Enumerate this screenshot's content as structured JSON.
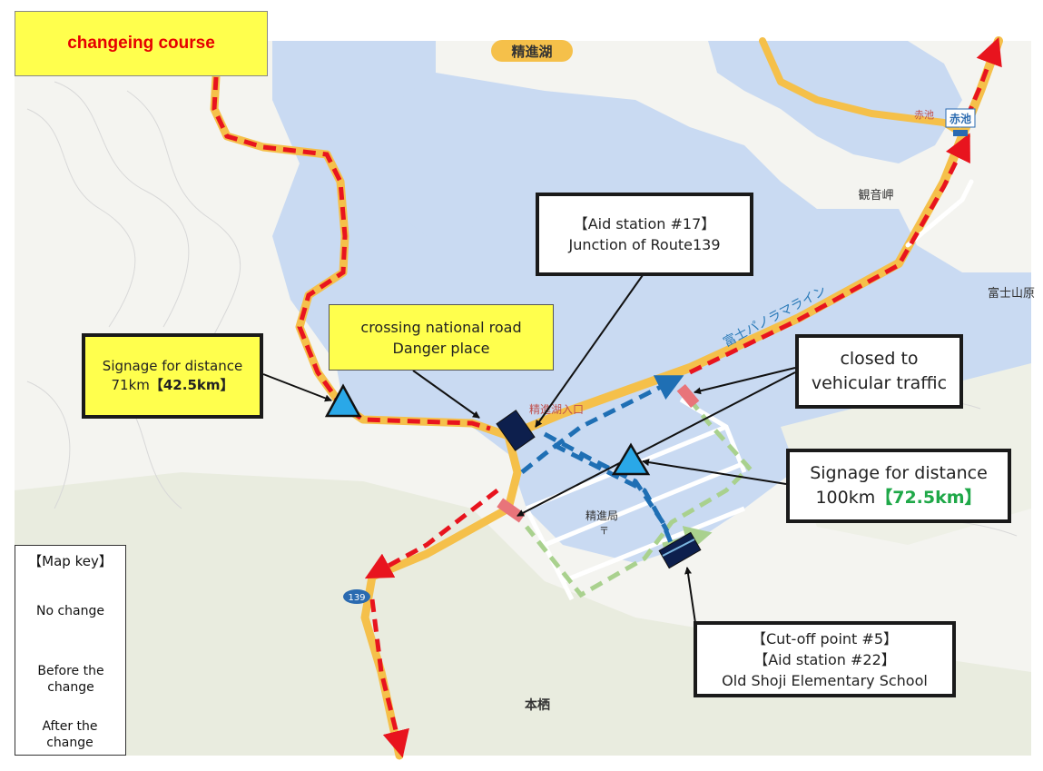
{
  "header": {
    "title": "changeing course"
  },
  "map_labels": {
    "lake": "精進湖",
    "akaike_small": "赤池",
    "akaike_badge": "赤池",
    "kannon": "観音岬",
    "fujisan": "富士山原",
    "panorama": "富士パノラマライン",
    "shojiko_iriguchi": "精進湖入口",
    "shoji_post": "精進局",
    "post_mark": "〒",
    "motosu": "本栖",
    "route_num": "139"
  },
  "callouts": {
    "aid17": {
      "line1": "【Aid station #17】",
      "line2": "Junction of Route139"
    },
    "crossing": {
      "line1": "crossing national road",
      "line2": "Danger place"
    },
    "signage71": {
      "line1": "Signage for distance",
      "line2_prefix": "71km",
      "line2_highlight": "【42.5km】"
    },
    "closed": {
      "line1": "closed to",
      "line2": "vehicular traffic"
    },
    "signage100": {
      "line1": "Signage for distance",
      "line2_prefix": "100km",
      "line2_highlight": "【72.5km】"
    },
    "cutoff": {
      "line1": "【Cut-off point #5】",
      "line2": "【Aid station #22】",
      "line3": "Old Shoji Elementary School"
    }
  },
  "legend": {
    "title": "【Map key】",
    "items": [
      {
        "label": "No change",
        "color": "#e8141e"
      },
      {
        "label": "Before the change",
        "color": "#a9d18e"
      },
      {
        "label": "After the change",
        "color": "#1f6fb4"
      }
    ]
  },
  "colors": {
    "water": "#c9daf2",
    "land": "#f4f4f0",
    "road": "#f5c04a",
    "no_change": "#e8141e",
    "before": "#a9d18e",
    "after": "#1f6fb4",
    "marker": "#2aa8e8",
    "station": "#0d1f4d"
  }
}
